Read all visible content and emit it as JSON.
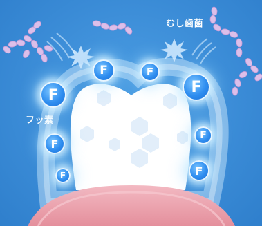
{
  "labels": {
    "germs": "むし歯菌",
    "fluoride": "フッ素"
  },
  "badges": [
    {
      "letter": "F"
    },
    {
      "letter": "F"
    },
    {
      "letter": "F"
    },
    {
      "letter": "F"
    },
    {
      "letter": "F"
    },
    {
      "letter": "F"
    },
    {
      "letter": "F"
    },
    {
      "letter": "F"
    }
  ],
  "colors": {
    "background": "#3a8bd6",
    "tooth": "#ffffff",
    "gum": "#e9a3ad",
    "germ": "#d8b6e8",
    "badge": "#2f8ef0"
  }
}
